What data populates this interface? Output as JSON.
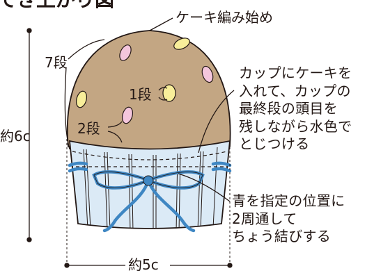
{
  "diagram": {
    "heading": "でき上がり図",
    "labels": {
      "start": "ケーキ編み始め",
      "row7": "7段",
      "row1": "1段",
      "row2": "2段",
      "height": "約6c",
      "width": "約5c",
      "note_cup": "カップにケーキを\n入れて、カップの\n最終段の頭目を\n残しながら水色で\nとじつける",
      "note_ribbon": "青を指定の位置に\n2周通して\nちょう結びする"
    },
    "colors": {
      "cake": "#c3a683",
      "cup": "#dbeaf6",
      "ribbon": "#3f87c3",
      "line": "#231815",
      "bean_pink": "#f4c6dc",
      "bean_yellow": "#f8ee9a"
    }
  }
}
